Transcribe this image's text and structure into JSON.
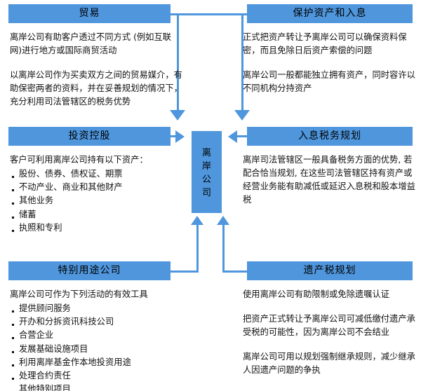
{
  "theme": {
    "accent": "#4f96dd",
    "text": "#111111",
    "background": "#ffffff"
  },
  "centre": {
    "name": "离岸公司",
    "chars": [
      "离",
      "岸",
      "公",
      "司"
    ]
  },
  "panels": {
    "trade": {
      "title": "贸易",
      "paragraphs": [
        "离岸公司有助客户透过不同方式 (例如互联网)进行地方或国际商贸活动",
        "以离岸公司作为买卖双方之间的贸易媒介，有助保密两者的资料，并在妥善规划的情况下，充分利用司法管辖区的税务优势"
      ]
    },
    "asset": {
      "title": "保护资产和入息",
      "paragraphs": [
        "正式把资产转让予离岸公司可以确保资料保密，而且免除日后资产索偿的问题",
        "离岸公司一般都能独立拥有资产，同时容许以不同机构分持资产"
      ]
    },
    "investment": {
      "title": "投资控股",
      "lead": "客户可利用离岸公司持有以下资产：",
      "bullets": [
        "股份、债券、债权证、期票",
        "不动产业、商业和其他财产",
        "其他业务",
        "储蓄",
        "执照和专利"
      ]
    },
    "income": {
      "title": "入息税务规划",
      "paragraphs": [
        "离岸司法管辖区一般具备税务方面的优势, 若配合恰当规划, 在这些司法管辖区持有资产或经营业务能有助减低或延迟入息税和股本增益税"
      ]
    },
    "spv": {
      "title": "特别用途公司",
      "lead": "离岸公司可作为下列活动的有效工具",
      "bullets": [
        "提供顾问服务",
        "开办和分拆资讯科技公司",
        "合营企业",
        "发展基础设施项目",
        "利用离岸基金作本地投资用途",
        "处理合约责任",
        "其他特别项目"
      ]
    },
    "estate": {
      "title": "遗产税规划",
      "paragraphs": [
        "使用离岸公司有助限制或免除遗嘱认证",
        "把资产正式转让予离岸公司可减低缴付遗产承受税的可能性，因为离岸公司不会结业",
        "离岸公司可用以规划强制继承规则，减少继承人因遗产问题的争执"
      ]
    }
  },
  "connectors": [
    {
      "from": "trade",
      "to": "centre",
      "direction": "down"
    },
    {
      "from": "asset",
      "to": "centre",
      "direction": "down"
    },
    {
      "from": "investment",
      "to": "centre",
      "direction": "right"
    },
    {
      "from": "income",
      "to": "centre",
      "direction": "left"
    },
    {
      "from": "spv",
      "to": "centre",
      "direction": "up"
    },
    {
      "from": "estate",
      "to": "centre",
      "direction": "up"
    }
  ]
}
